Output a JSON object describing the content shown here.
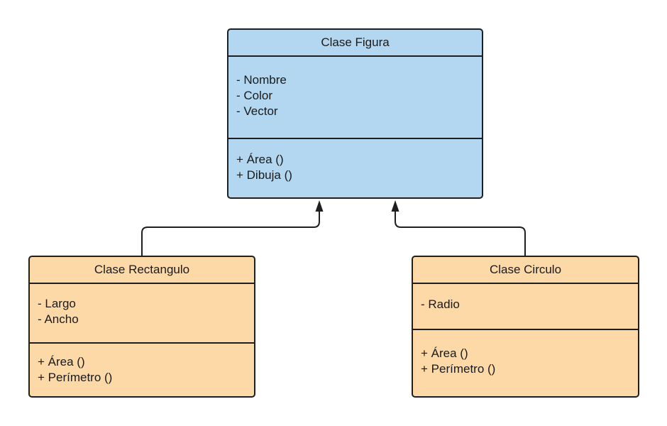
{
  "diagram": {
    "classes": [
      {
        "id": "figura",
        "title": "Clase Figura",
        "attributes": [
          "- Nombre",
          "- Color",
          "- Vector"
        ],
        "methods": [
          "+ Área ()",
          "+ Dibuja ()"
        ],
        "fill_color": "#b3d7f0"
      },
      {
        "id": "rectangulo",
        "title": "Clase Rectangulo",
        "attributes": [
          "- Largo",
          "- Ancho"
        ],
        "methods": [
          "+ Área ()",
          "+ Perímetro ()"
        ],
        "fill_color": "#fdd9a8"
      },
      {
        "id": "circulo",
        "title": "Clase Circulo",
        "attributes": [
          "- Radio"
        ],
        "methods": [
          "+ Área ()",
          "+ Perímetro ()"
        ],
        "fill_color": "#fdd9a8"
      }
    ],
    "relations": [
      {
        "type": "inheritance",
        "from": "Clase Rectangulo",
        "to": "Clase Figura"
      },
      {
        "type": "inheritance",
        "from": "Clase Circulo",
        "to": "Clase Figura"
      }
    ],
    "line_color": "#1f1f1f"
  }
}
